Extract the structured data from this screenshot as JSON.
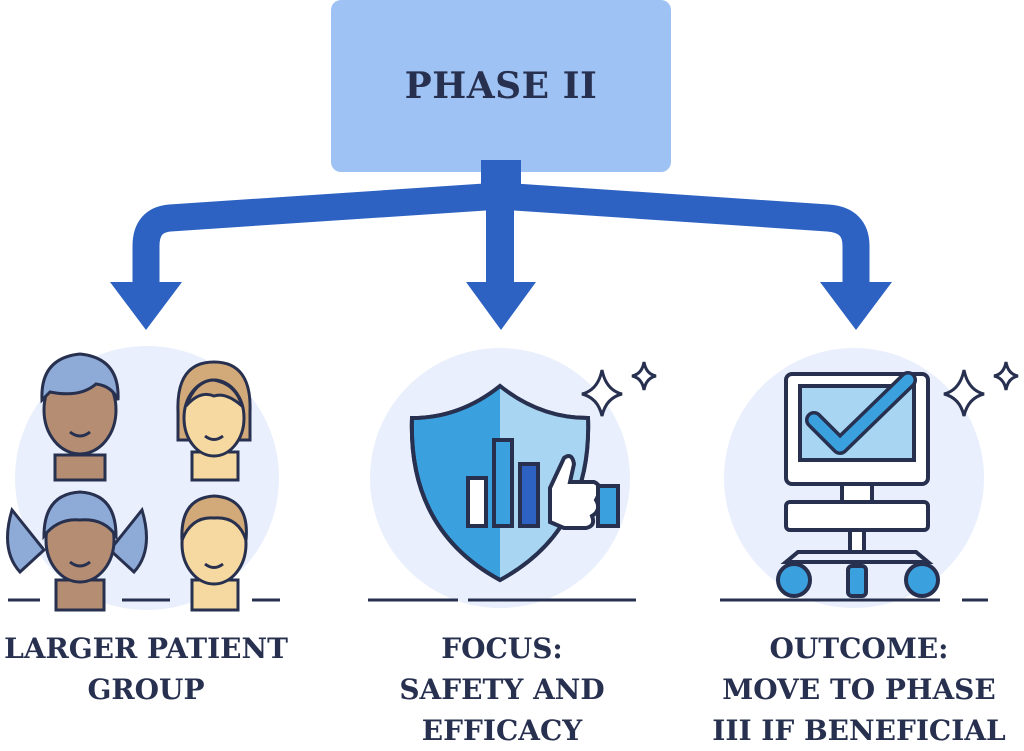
{
  "title": "PHASE II",
  "icons": [
    "people-icon",
    "shield-chart-icon",
    "computer-check-icon",
    "sparkle-icon"
  ],
  "colors": {
    "box": "#9fc2f4",
    "arrow": "#2d62c3",
    "text": "#27304f",
    "circle": "#e9effc",
    "accent": "#3aa0de"
  },
  "columns": [
    {
      "lines": [
        "LARGER PATIENT",
        "GROUP"
      ]
    },
    {
      "lines": [
        "FOCUS:",
        "SAFETY AND",
        "EFFICACY"
      ]
    },
    {
      "lines": [
        "OUTCOME:",
        "MOVE TO PHASE",
        "III IF BENEFICIAL"
      ]
    }
  ]
}
